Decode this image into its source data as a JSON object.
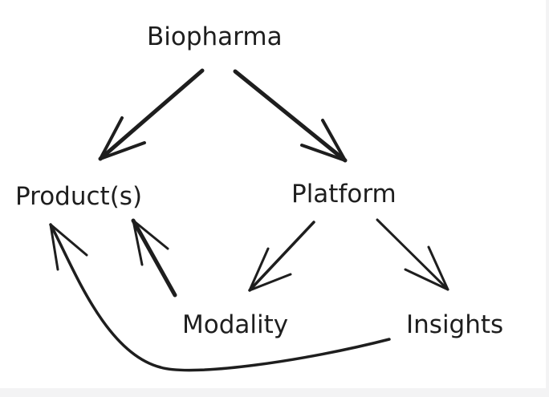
{
  "diagram": {
    "nodes": [
      {
        "id": "biopharma",
        "label": "Biopharma"
      },
      {
        "id": "products",
        "label": "Product(s)"
      },
      {
        "id": "platform",
        "label": "Platform"
      },
      {
        "id": "modality",
        "label": "Modality"
      },
      {
        "id": "insights",
        "label": "Insights"
      }
    ],
    "edges": [
      {
        "from": "biopharma",
        "to": "products"
      },
      {
        "from": "biopharma",
        "to": "platform"
      },
      {
        "from": "platform",
        "to": "modality"
      },
      {
        "from": "platform",
        "to": "insights"
      },
      {
        "from": "modality",
        "to": "products"
      },
      {
        "from": "insights",
        "to": "products"
      }
    ],
    "stroke_color": "#1e1e1e",
    "background": "#ffffff"
  }
}
